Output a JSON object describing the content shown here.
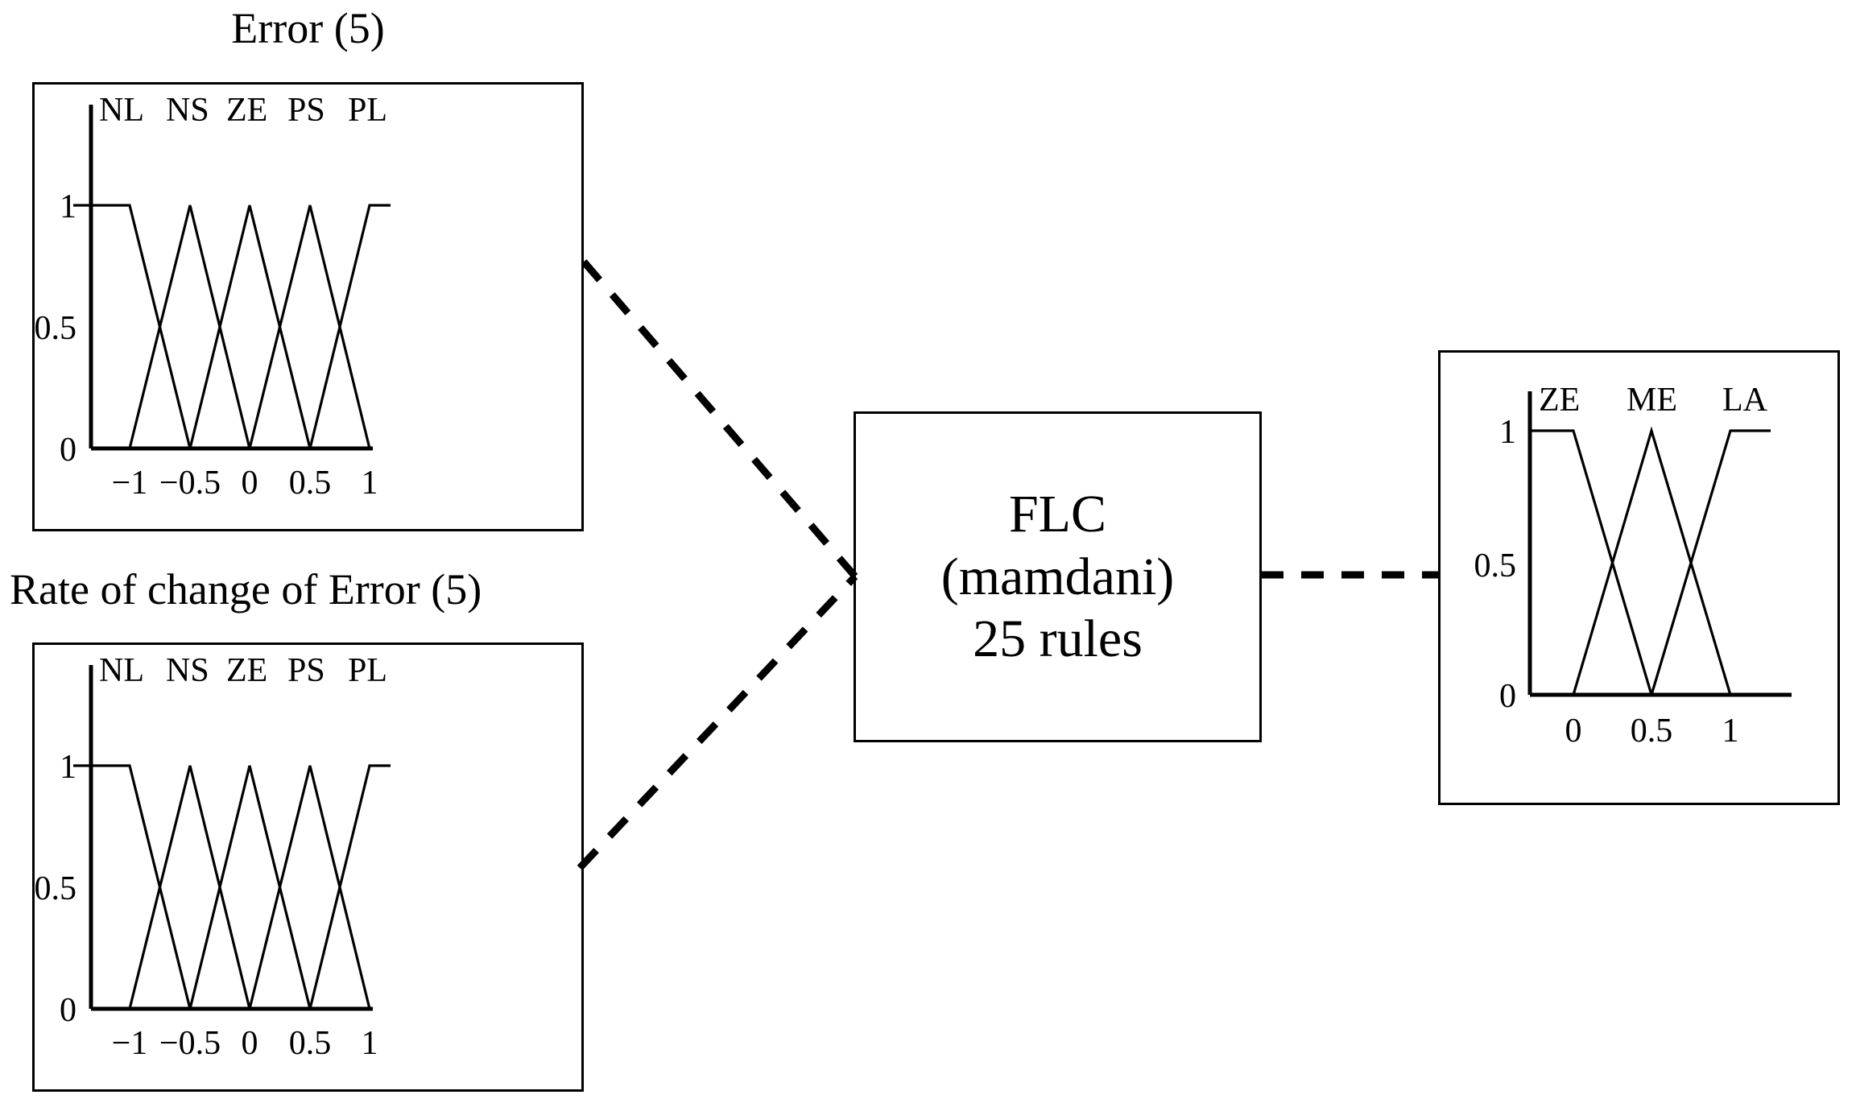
{
  "figure": {
    "title": "",
    "background": "#ffffff",
    "line_color": "#000000"
  },
  "panels": {
    "error_input": {
      "title": "Error (5)",
      "sets": [
        "NL",
        "NS",
        "ZE",
        "PS",
        "PL"
      ],
      "x_ticks": [
        "−1",
        "−0.5",
        "0",
        "0.5",
        "1"
      ],
      "y_ticks": [
        "0",
        "0.5",
        "1"
      ]
    },
    "rate_input": {
      "title": "Rate of change of Error (5)",
      "sets": [
        "NL",
        "NS",
        "ZE",
        "PS",
        "PL"
      ],
      "x_ticks": [
        "−1",
        "−0.5",
        "0",
        "0.5",
        "1"
      ],
      "y_ticks": [
        "0",
        "0.5",
        "1"
      ]
    },
    "output": {
      "title": "",
      "sets": [
        "ZE",
        "ME",
        "LA"
      ],
      "x_ticks": [
        "0",
        "0.5",
        "1"
      ],
      "y_ticks": [
        "0",
        "0.5",
        "1"
      ]
    }
  },
  "controller": {
    "line1": "FLC",
    "line2": "(mamdani)",
    "line3": "25 rules"
  },
  "chart_data": [
    {
      "id": "error_input",
      "type": "line",
      "title": "Error (5)",
      "xlabel": "",
      "ylabel": "",
      "xlim": [
        -1.25,
        1.25
      ],
      "ylim": [
        0,
        1.08
      ],
      "xticks": [
        -1,
        -0.5,
        0,
        0.5,
        1
      ],
      "xticklabels": [
        "−1",
        "−0.5",
        "0",
        "0.5",
        "1"
      ],
      "yticks": [
        0,
        0.5,
        1
      ],
      "yticklabels": [
        "0",
        "0.5",
        "1"
      ],
      "grid": false,
      "legend": "inline-labels-above-peaks",
      "series": [
        {
          "name": "NL",
          "x": [
            -1.25,
            -1.0,
            -0.5
          ],
          "y": [
            1,
            1,
            0
          ]
        },
        {
          "name": "NS",
          "x": [
            -1.0,
            -0.5,
            0.0
          ],
          "y": [
            0,
            1,
            0
          ]
        },
        {
          "name": "ZE",
          "x": [
            -0.5,
            0.0,
            0.5
          ],
          "y": [
            0,
            1,
            0
          ]
        },
        {
          "name": "PS",
          "x": [
            0.0,
            0.5,
            1.0
          ],
          "y": [
            0,
            1,
            0
          ]
        },
        {
          "name": "PL",
          "x": [
            0.5,
            1.0,
            1.25
          ],
          "y": [
            0,
            1,
            1
          ]
        }
      ]
    },
    {
      "id": "rate_input",
      "type": "line",
      "title": "Rate of change of Error (5)",
      "xlabel": "",
      "ylabel": "",
      "xlim": [
        -1.25,
        1.25
      ],
      "ylim": [
        0,
        1.08
      ],
      "xticks": [
        -1,
        -0.5,
        0,
        0.5,
        1
      ],
      "xticklabels": [
        "−1",
        "−0.5",
        "0",
        "0.5",
        "1"
      ],
      "yticks": [
        0,
        0.5,
        1
      ],
      "yticklabels": [
        "0",
        "0.5",
        "1"
      ],
      "grid": false,
      "legend": "inline-labels-above-peaks",
      "series": [
        {
          "name": "NL",
          "x": [
            -1.25,
            -1.0,
            -0.5
          ],
          "y": [
            1,
            1,
            0
          ]
        },
        {
          "name": "NS",
          "x": [
            -1.0,
            -0.5,
            0.0
          ],
          "y": [
            0,
            1,
            0
          ]
        },
        {
          "name": "ZE",
          "x": [
            -0.5,
            0.0,
            0.5
          ],
          "y": [
            0,
            1,
            0
          ]
        },
        {
          "name": "PS",
          "x": [
            0.0,
            0.5,
            1.0
          ],
          "y": [
            0,
            1,
            0
          ]
        },
        {
          "name": "PL",
          "x": [
            0.5,
            1.0,
            1.25
          ],
          "y": [
            0,
            1,
            1
          ]
        }
      ]
    },
    {
      "id": "output",
      "type": "line",
      "title": "",
      "xlabel": "",
      "ylabel": "",
      "xlim": [
        -0.25,
        1.3
      ],
      "ylim": [
        0,
        1.08
      ],
      "xticks": [
        0,
        0.5,
        1
      ],
      "xticklabels": [
        "0",
        "0.5",
        "1"
      ],
      "yticks": [
        0,
        0.5,
        1
      ],
      "yticklabels": [
        "0",
        "0.5",
        "1"
      ],
      "grid": false,
      "legend": "inline-labels-above-peaks",
      "series": [
        {
          "name": "ZE",
          "x": [
            -0.25,
            0.0,
            0.5
          ],
          "y": [
            1,
            1,
            0
          ]
        },
        {
          "name": "ME",
          "x": [
            0.0,
            0.5,
            1.0
          ],
          "y": [
            0,
            1,
            0
          ]
        },
        {
          "name": "LA",
          "x": [
            0.5,
            1.0,
            1.3
          ],
          "y": [
            0,
            1,
            1
          ]
        }
      ]
    }
  ],
  "connections": [
    {
      "name": "error-to-flc",
      "style": "dashed"
    },
    {
      "name": "rate-to-flc",
      "style": "dashed"
    },
    {
      "name": "flc-to-output",
      "style": "dashed"
    }
  ]
}
